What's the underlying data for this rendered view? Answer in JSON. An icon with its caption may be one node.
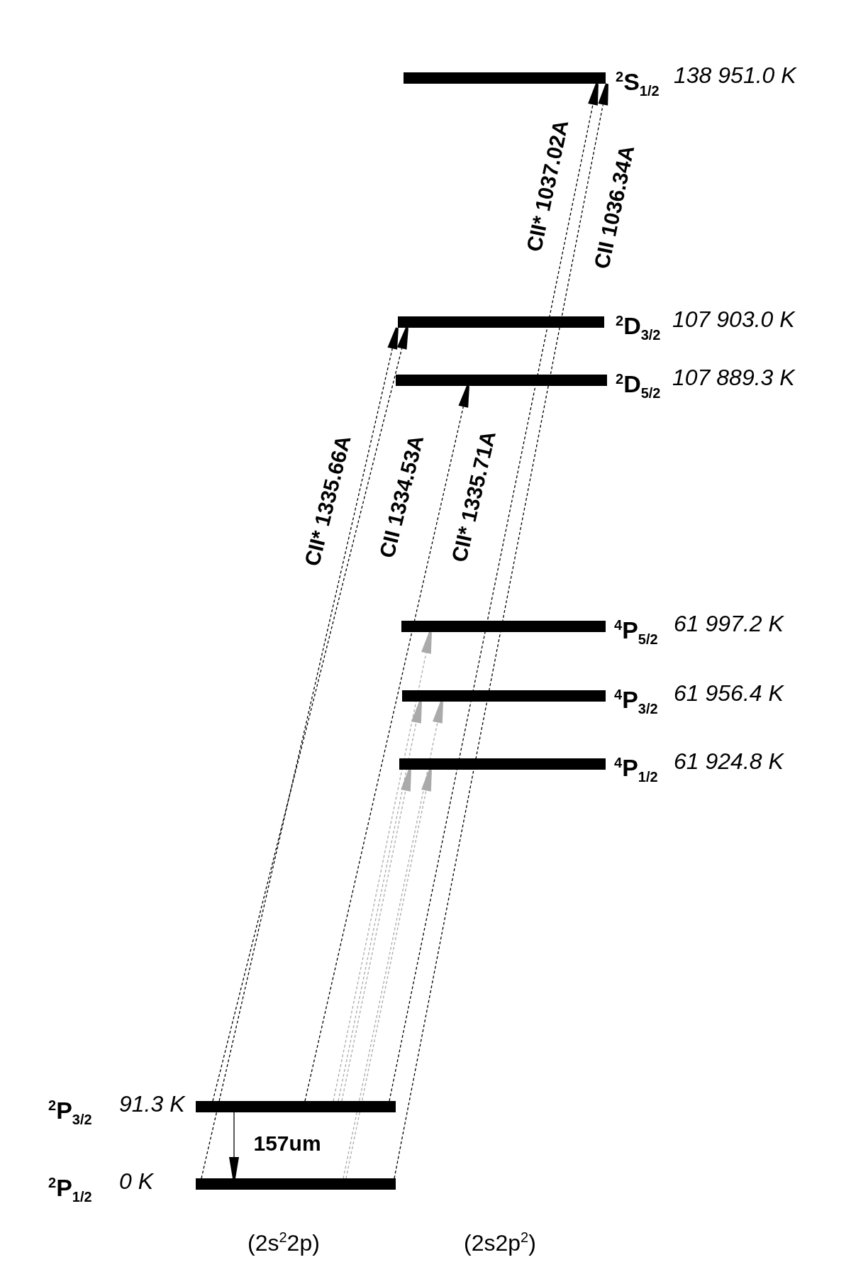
{
  "diagram": {
    "nodes": [
      {
        "text": [
          "$^{2}$S$_{1/2}$",
          "138 951.0 K"
        ]
      },
      {
        "text": [
          "$^{2}$D$_{3/2}$",
          "107 903.0 K"
        ]
      },
      {
        "text": [
          "$^{2}$D$_{5/2}$",
          "107 889.3 K"
        ]
      },
      {
        "text": [
          "$^{4}$P$_{5/2}$",
          "61 997.2 K"
        ]
      },
      {
        "text": [
          "$^{4}$P$_{3/2}$",
          "61 956.4 K"
        ]
      },
      {
        "text": [
          "$^{4}$P$_{1/2}$",
          "61 924.8 K"
        ]
      },
      {
        "text": [
          "$^{2}$P$_{3/2}$",
          "91.3 K"
        ]
      },
      {
        "text": [
          "$^{2}$P$_{1/2}$",
          "0 K"
        ]
      }
    ],
    "edges": [
      {
        "from": 6,
        "to": 0,
        "arrow": "to",
        "label": "CII* 1037.02A",
        "style": "dashed"
      },
      {
        "from": 7,
        "to": 0,
        "arrow": "to",
        "label": "CII 1036.34A",
        "style": "dashed"
      },
      {
        "from": 6,
        "to": 1,
        "arrow": "to",
        "label": "CII* 1335.66A",
        "style": "dashed"
      },
      {
        "from": 7,
        "to": 1,
        "arrow": "to",
        "label": "CII 1334.53A",
        "style": "dashed"
      },
      {
        "from": 6,
        "to": 2,
        "arrow": "to",
        "label": "CII* 1335.71A",
        "style": "dashed"
      },
      {
        "from": 6,
        "to": 3,
        "arrow": "to",
        "style": "dashed",
        "color": "#aaaaaa"
      },
      {
        "from": 6,
        "to": 4,
        "arrow": "to",
        "style": "dashed",
        "color": "#aaaaaa"
      },
      {
        "from": 7,
        "to": 4,
        "arrow": "to",
        "style": "dashed",
        "color": "#aaaaaa"
      },
      {
        "from": 6,
        "to": 5,
        "arrow": "to",
        "style": "dashed",
        "color": "#aaaaaa"
      },
      {
        "from": 7,
        "to": 5,
        "arrow": "to",
        "style": "dashed",
        "color": "#aaaaaa"
      },
      {
        "from": 6,
        "to": 7,
        "arrow": "to",
        "label": "157um"
      }
    ],
    "labels": [
      "(2s$^{2}$2p)",
      "(2s2p$^{2}$)"
    ]
  }
}
